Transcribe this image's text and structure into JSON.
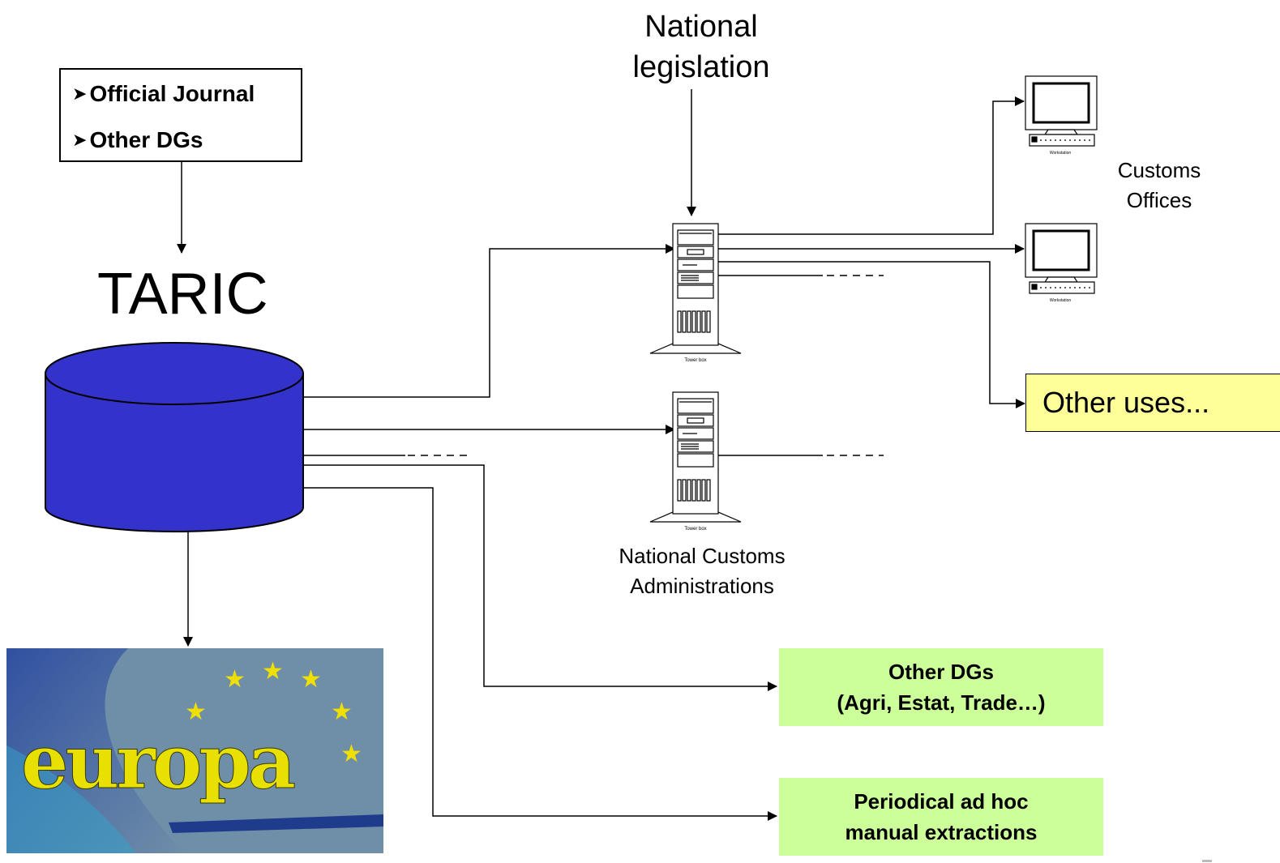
{
  "sources": {
    "items": [
      "Official Journal",
      "Other DGs"
    ]
  },
  "taric": {
    "title": "TARIC"
  },
  "national_legislation": {
    "line1": "National",
    "line2": "legislation"
  },
  "customs_offices": {
    "line1": "Customs",
    "line2": "Offices"
  },
  "workstation_label": "Workstation",
  "tower_label": "Tower box",
  "national_customs": {
    "line1": "National Customs",
    "line2": "Administrations"
  },
  "other_uses": "Other uses...",
  "other_dgs_box": {
    "line1": "Other DGs",
    "line2": "(Agri, Estat, Trade…)"
  },
  "extractions_box": {
    "line1": "Periodical ad hoc",
    "line2": "manual extractions"
  },
  "europa_logo": {
    "text": "europa"
  },
  "colors": {
    "database": "#3333cc",
    "other_uses_fill": "#ffff99",
    "green_boxes_fill": "#ccff99",
    "europa_bg": "#6f8ea8",
    "europa_text": "#e8e000",
    "stars": "#f0e000"
  }
}
